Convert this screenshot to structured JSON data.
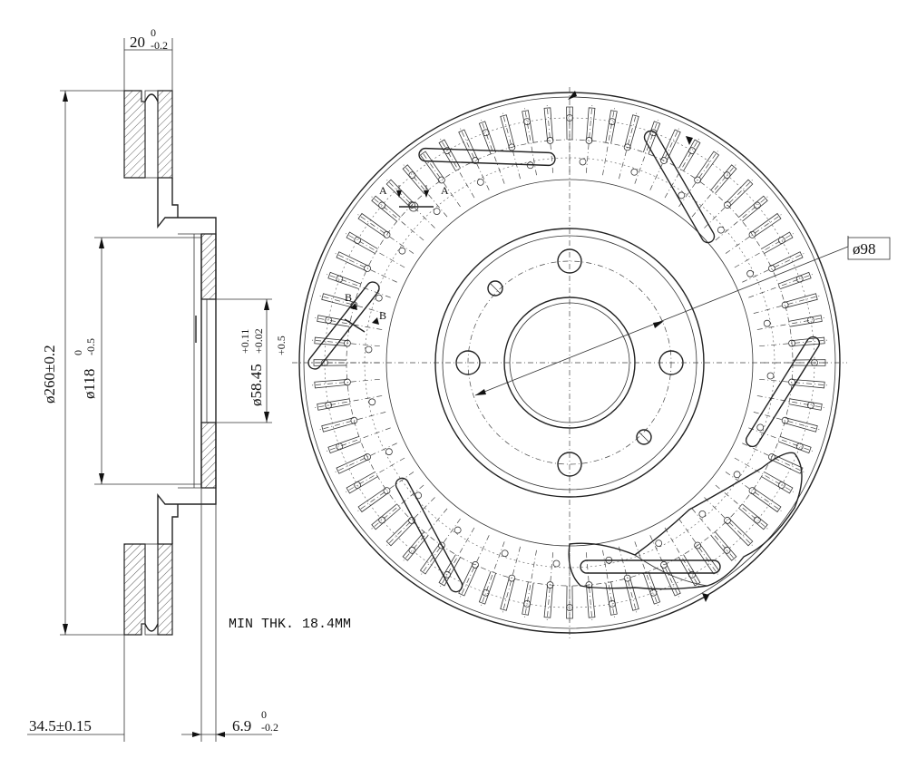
{
  "dimensions": {
    "total_width": {
      "main": "20",
      "upper": "0",
      "lower": "-0.2"
    },
    "outer_diameter": {
      "main": "ø260±0.2"
    },
    "hat_diameter": {
      "main": "ø118",
      "upper": "0",
      "lower": "-0.5"
    },
    "center_bore": {
      "main": "ø58.45",
      "upper": "+0.11",
      "lower": "+0.02",
      "extra": "+0.5"
    },
    "bolt_circle": {
      "main": "ø98"
    },
    "hat_height": {
      "main": "34.5±0.15"
    },
    "hat_thickness": {
      "main": "6.9",
      "upper": "0",
      "lower": "-0.2"
    },
    "min_thickness": {
      "main": "MIN THK. 18.4MM"
    }
  },
  "section_marks": {
    "a_left": "A",
    "a_right": "A",
    "b_top": "B",
    "b_bottom": "B"
  }
}
